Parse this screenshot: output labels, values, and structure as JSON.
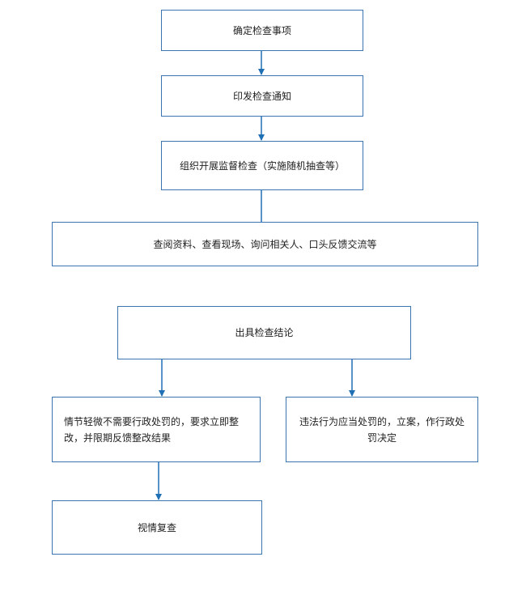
{
  "colors": {
    "border": "#3a75b0",
    "connector": "#1f6fb5",
    "text": "#222222",
    "background": "#ffffff"
  },
  "flow": {
    "step1": "确定检查事项",
    "step2": "印发检查通知",
    "step3": "组织开展监督检查（实施随机抽查等）",
    "step4": "查阅资料、查看现场、询问相关人、口头反馈交流等",
    "conclusion": "出具检查结论",
    "branch_left": "情节轻微不需要行政处罚的，要求立即整改，并限期反馈整改结果",
    "branch_right": "违法行为应当处罚的，立案，作行政处罚决定",
    "recheck": "视情复查"
  }
}
